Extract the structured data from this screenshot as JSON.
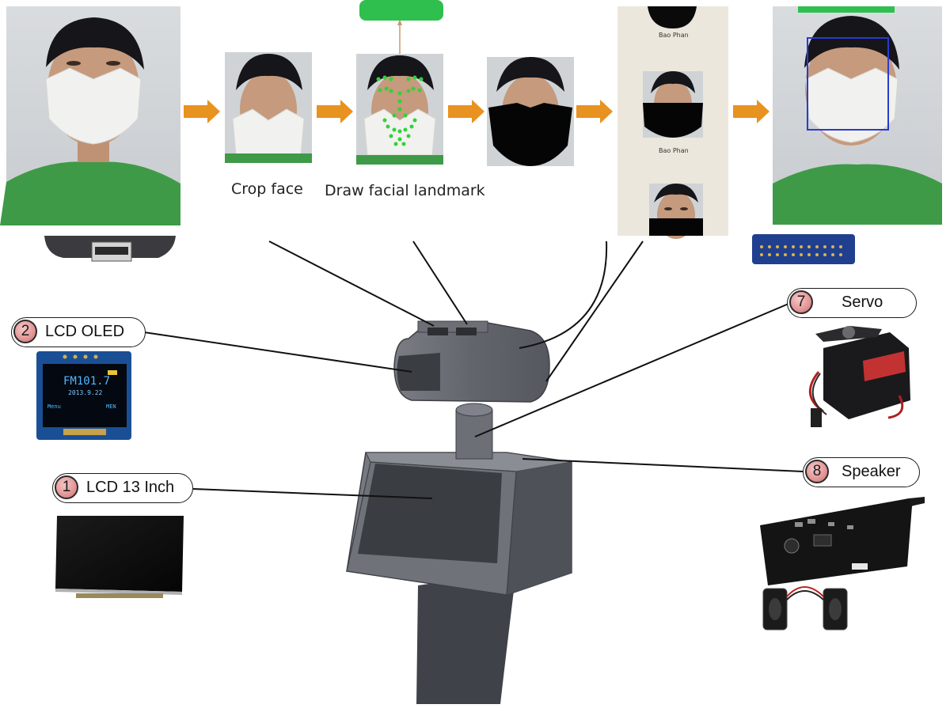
{
  "pipeline": {
    "captions": {
      "crop_face": "Crop face",
      "draw_landmark": "Draw facial landmark"
    },
    "gallery_names": [
      "Bao Phan",
      "Bao Phan"
    ]
  },
  "components": [
    {
      "number": "2",
      "label": "LCD OLED"
    },
    {
      "number": "1",
      "label": "LCD 13 Inch"
    },
    {
      "number": "7",
      "label": "Servo"
    },
    {
      "number": "8",
      "label": "Speaker"
    }
  ],
  "oled_screen": {
    "station": "FM101.7",
    "date": "2013.9.22",
    "left_label": "Menu",
    "right_label": "MEN"
  },
  "colors": {
    "flow_arrow": "#e8921f",
    "shirt": "#3f9a48",
    "mask": "#f1f1ef",
    "robot_body": "#5f6269",
    "robot_dark": "#3c3f45",
    "badge": "#e29595",
    "status_green": "#2fbf4f",
    "detection_box": "#2a3bd0"
  }
}
